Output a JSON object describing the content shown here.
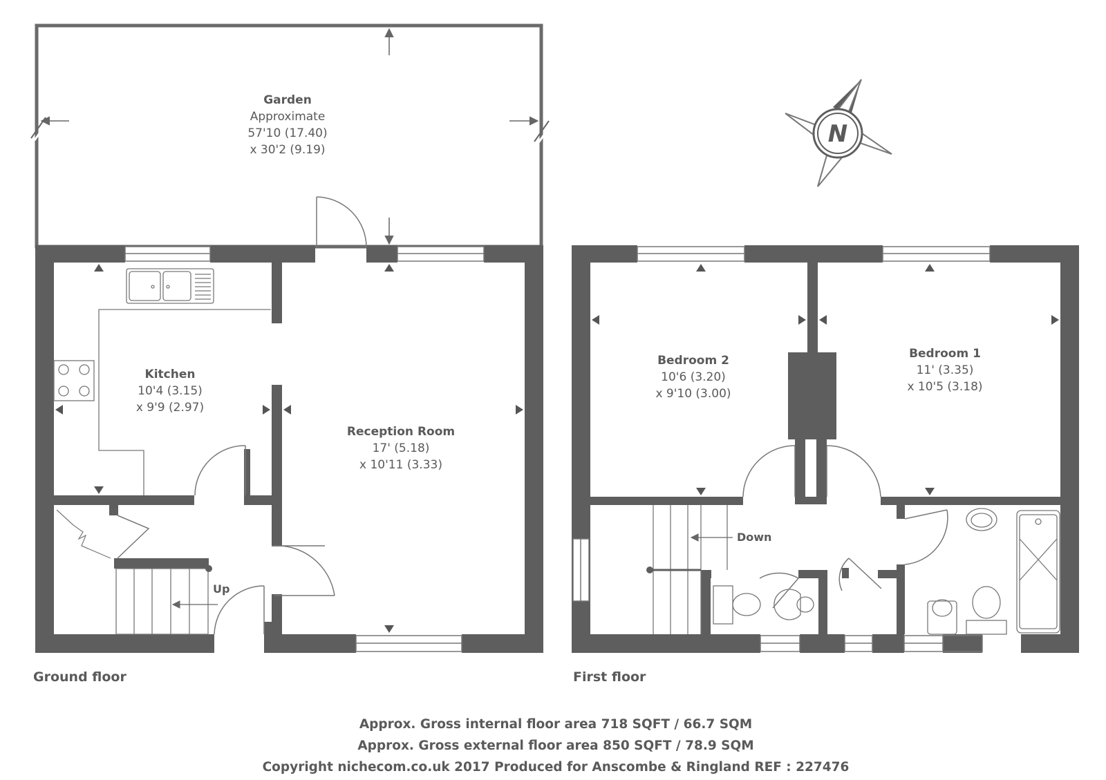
{
  "rooms": {
    "garden": {
      "name": "Garden",
      "line1": "Approximate",
      "line2": "57'10 (17.40)",
      "line3": "x 30'2 (9.19)"
    },
    "kitchen": {
      "name": "Kitchen",
      "line1": "10'4 (3.15)",
      "line2": "x 9'9 (2.97)"
    },
    "reception": {
      "name": "Reception Room",
      "line1": "17' (5.18)",
      "line2": "x 10'11 (3.33)"
    },
    "bedroom2": {
      "name": "Bedroom 2",
      "line1": "10'6 (3.20)",
      "line2": "x 9'10 (3.00)"
    },
    "bedroom1": {
      "name": "Bedroom 1",
      "line1": "11' (3.35)",
      "line2": "x 10'5 (3.18)"
    }
  },
  "stairs": {
    "up": "Up",
    "down": "Down"
  },
  "floors": {
    "ground": "Ground floor",
    "first": "First floor"
  },
  "compass": {
    "north": "N"
  },
  "footer": {
    "internal": "Approx. Gross internal floor area 718 SQFT / 66.7 SQM",
    "external": "Approx. Gross external floor area 850 SQFT / 78.9 SQM",
    "copyright": "Copyright nichecom.co.uk 2017 Produced for Anscombe & Ringland REF : 227476"
  },
  "colors": {
    "wall": "#5e5e5e",
    "line": "#777777",
    "text": "#5a5a5a"
  }
}
